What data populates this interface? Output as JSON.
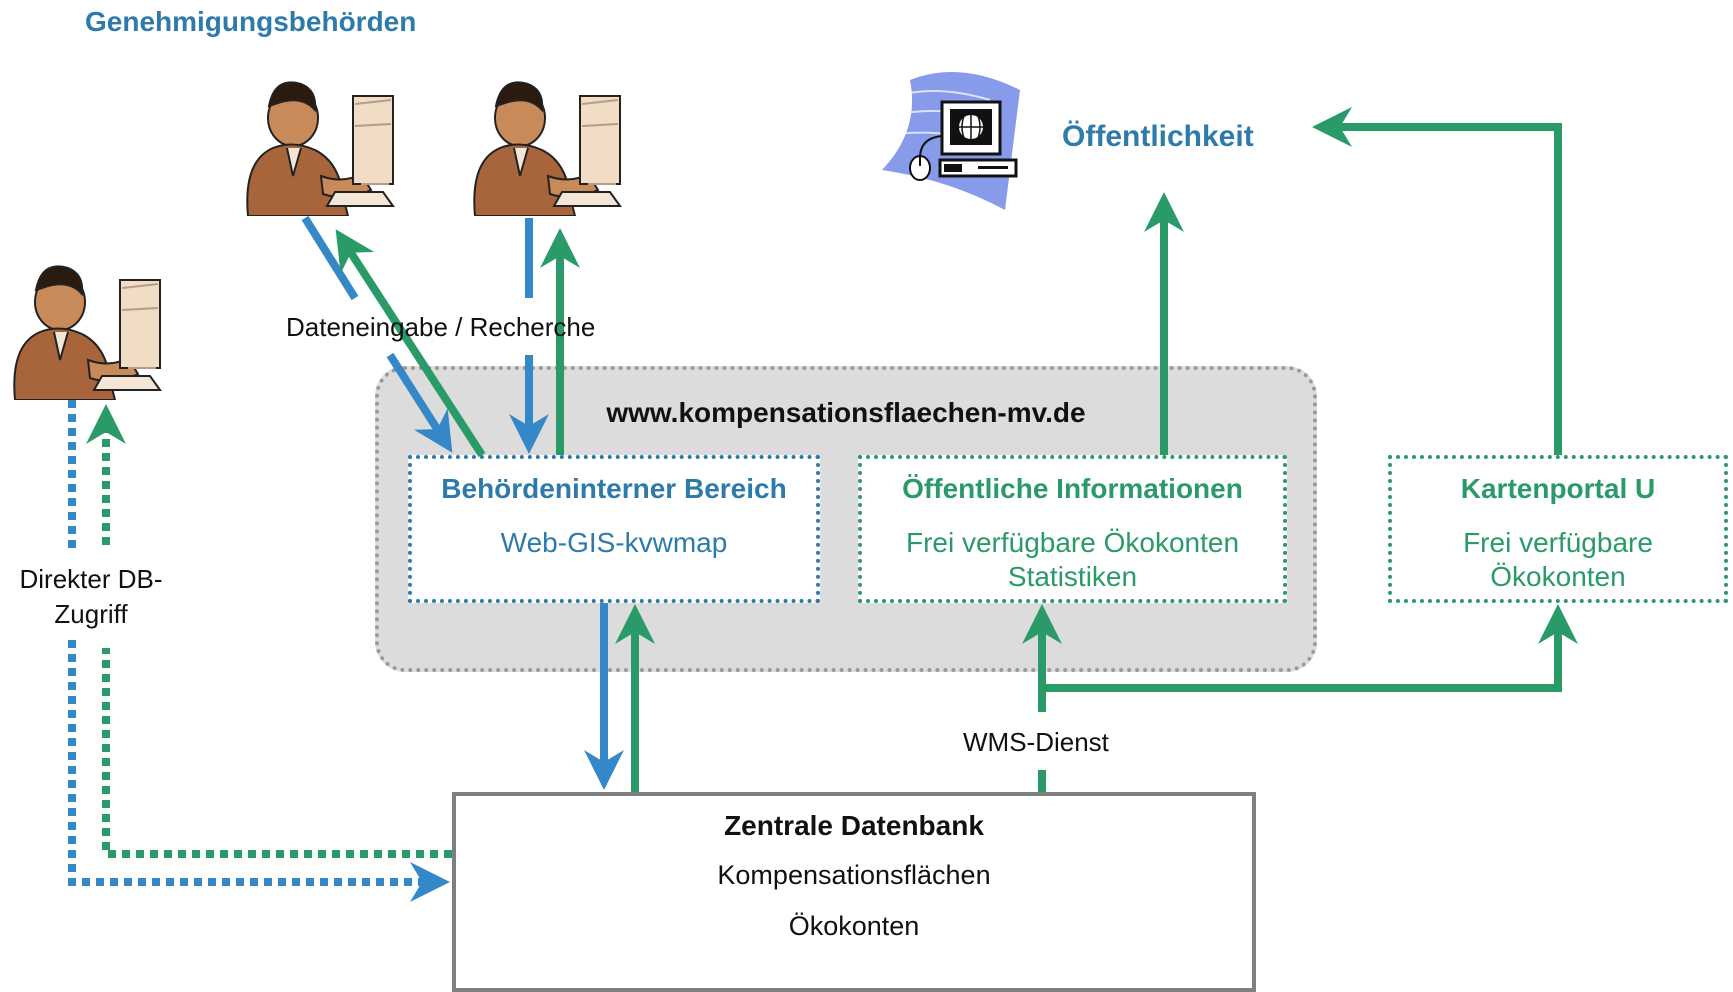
{
  "header": {
    "title": "Genehmigungsbehörden"
  },
  "labels": {
    "dateneingabe": "Dateneingabe / Recherche",
    "direkter_line1": "Direkter DB-",
    "direkter_line2": "Zugriff",
    "wms": "WMS-Dienst",
    "public": "Öffentlichkeit"
  },
  "website": {
    "title": "www.kompensationsflaechen-mv.de"
  },
  "boxes": {
    "intern": {
      "title": "Behördeninterner Bereich",
      "subtitle": "Web-GIS-kvwmap"
    },
    "public_info": {
      "title": "Öffentliche Informationen",
      "line1": "Frei verfügbare Ökokonten",
      "line2": "Statistiken"
    },
    "kartenportal": {
      "title": "Kartenportal U",
      "line1": "Frei verfügbare",
      "line2": "Ökokonten"
    }
  },
  "database": {
    "title": "Zentrale Datenbank",
    "line1": "Kompensationsflächen",
    "line2": "Ökokonten"
  },
  "colors": {
    "blue": "#2e7bab",
    "green": "#2a9a68",
    "gray": "#9a9a9a",
    "arrow_blue": "#3588c8",
    "arrow_green": "#2a9a68"
  },
  "icons": [
    "person-at-computer-icon",
    "computer-globe-icon"
  ]
}
